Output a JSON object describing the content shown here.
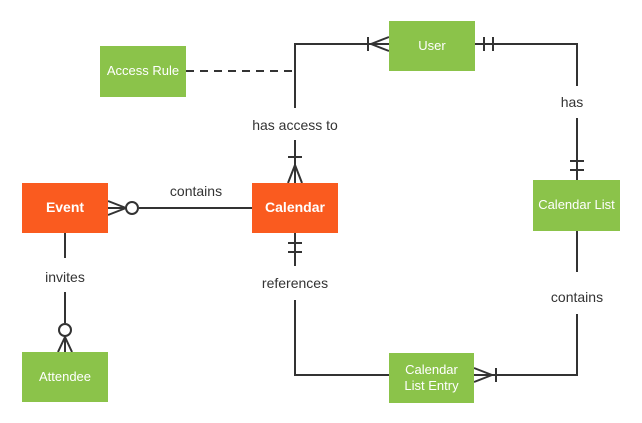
{
  "diagram_type": "entity-relationship-crows-foot",
  "colors": {
    "entity_orange": "#FA5B1F",
    "entity_green": "#8BC34A",
    "line": "#333333",
    "label_text": "#333333",
    "entity_text": "#FFFFFF"
  },
  "entities": [
    {
      "id": "access-rule",
      "label": "Access Rule",
      "color": "green"
    },
    {
      "id": "user",
      "label": "User",
      "color": "green"
    },
    {
      "id": "event",
      "label": "Event",
      "color": "orange"
    },
    {
      "id": "calendar",
      "label": "Calendar",
      "color": "orange"
    },
    {
      "id": "calendar-list",
      "label": "Calendar List",
      "color": "green"
    },
    {
      "id": "attendee",
      "label": "Attendee",
      "color": "green"
    },
    {
      "id": "calendar-list-entry",
      "label": "Calendar List Entry",
      "color": "green"
    }
  ],
  "relationships": [
    {
      "label": "contains",
      "from": "Event",
      "to": "Calendar",
      "from_end": "zero-or-many",
      "to_end": "plain"
    },
    {
      "label": "has access to",
      "from": "Calendar",
      "to": "User",
      "from_end": "one-or-many",
      "to_end": "one-or-many"
    },
    {
      "label": "has",
      "from": "User",
      "to": "Calendar List",
      "from_end": "one-and-only-one",
      "to_end": "one-and-only-one"
    },
    {
      "label": "invites",
      "from": "Event",
      "to": "Attendee",
      "from_end": "plain",
      "to_end": "zero-or-many"
    },
    {
      "label": "references",
      "from": "Calendar",
      "to": "Calendar List Entry",
      "from_end": "one-and-only-one",
      "to_end": "plain"
    },
    {
      "label": "contains",
      "from": "Calendar List",
      "to": "Calendar List Entry",
      "from_end": "plain",
      "to_end": "one-or-many"
    },
    {
      "label": "",
      "from": "Access Rule",
      "to": "Calendar / User link",
      "style": "dashed"
    }
  ]
}
